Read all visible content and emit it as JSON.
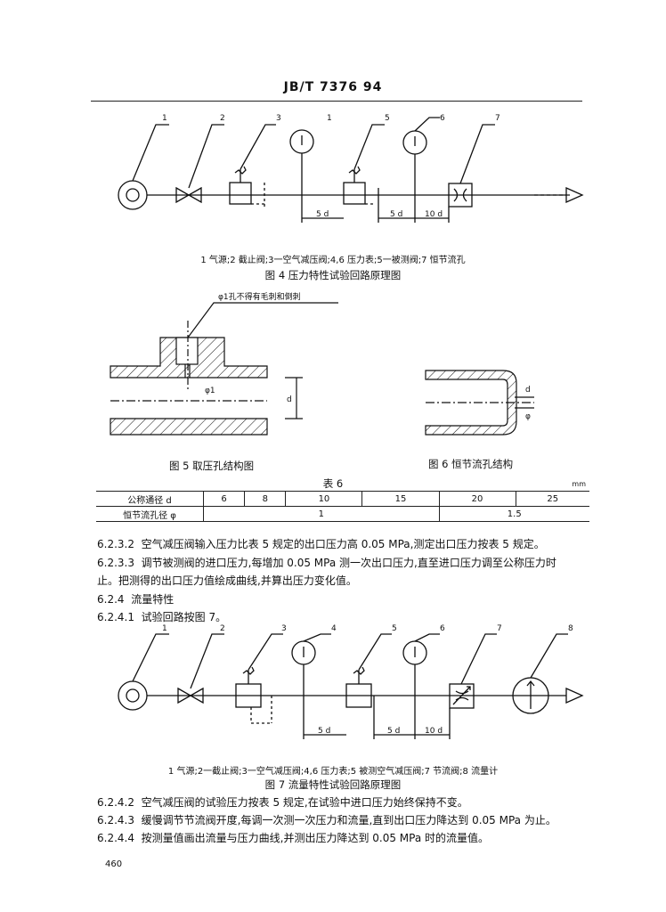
{
  "header": "JB/T 7376   94",
  "fig4": {
    "callouts": [
      "1",
      "2",
      "3",
      "1",
      "5",
      "6",
      "7"
    ],
    "dims": [
      "5 d",
      "5 d",
      "10 d"
    ],
    "legend": "1   气源;2   截止阀;3一空气减压阀;4,6   压力表;5一被测阀;7   恒节流孔",
    "caption": "图 4   压力特性试验回路原理图"
  },
  "fig5": {
    "note": "φ1孔不得有毛刺和倒刺",
    "dim_phi": "φ1",
    "dim_d": "d",
    "caption": "图 5   取压孔结构图"
  },
  "fig6": {
    "dims": [
      "d",
      "φ"
    ],
    "caption": "图 6   恒节流孔结构"
  },
  "table6": {
    "title": "表 6",
    "unit": "mm",
    "row1_label": "公称通径 d",
    "row1_values": [
      "6",
      "8",
      "10",
      "15",
      "20",
      "25"
    ],
    "row2_label": "恒节流孔径 φ",
    "row2_values": [
      "1",
      "1.5"
    ]
  },
  "paragraphs": [
    {
      "num": "6.2.3.2",
      "text": "空气减压阀输入压力比表 5 规定的出口压力高 0.05 MPa,测定出口压力按表 5 规定。"
    },
    {
      "num": "6.2.3.3",
      "text": "调节被测阀的进口压力,每增加 0.05 MPa 测一次出口压力,直至进口压力调至公称压力时"
    },
    {
      "num": "",
      "text": "止。把测得的出口压力值绘成曲线,并算出压力变化值。"
    },
    {
      "num": "6.2.4",
      "text": "流量特性"
    },
    {
      "num": "6.2.4.1",
      "text": "试验回路按图 7。"
    }
  ],
  "fig7": {
    "callouts": [
      "1",
      "2",
      "3",
      "4",
      "5",
      "6",
      "7",
      "8"
    ],
    "dims": [
      "5 d",
      "5 d",
      "10 d"
    ],
    "legend": "1   气源;2一截止阀;3一空气减压阀;4,6   压力表;5   被测空气减压阀;7   节流阀;8   流量计",
    "caption": "图 7   流量特性试验回路原理图"
  },
  "paragraphs2": [
    {
      "num": "6.2.4.2",
      "text": "空气减压阀的试验压力按表 5 规定,在试验中进口压力始终保持不变。"
    },
    {
      "num": "6.2.4.3",
      "text": "缓慢调节节流阀开度,每调一次测一次压力和流量,直到出口压力降达到 0.05 MPa 为止。"
    },
    {
      "num": "6.2.4.4",
      "text": "按测量值画出流量与压力曲线,并测出压力降达到 0.05 MPa 时的流量值。"
    }
  ],
  "page_number": "460"
}
